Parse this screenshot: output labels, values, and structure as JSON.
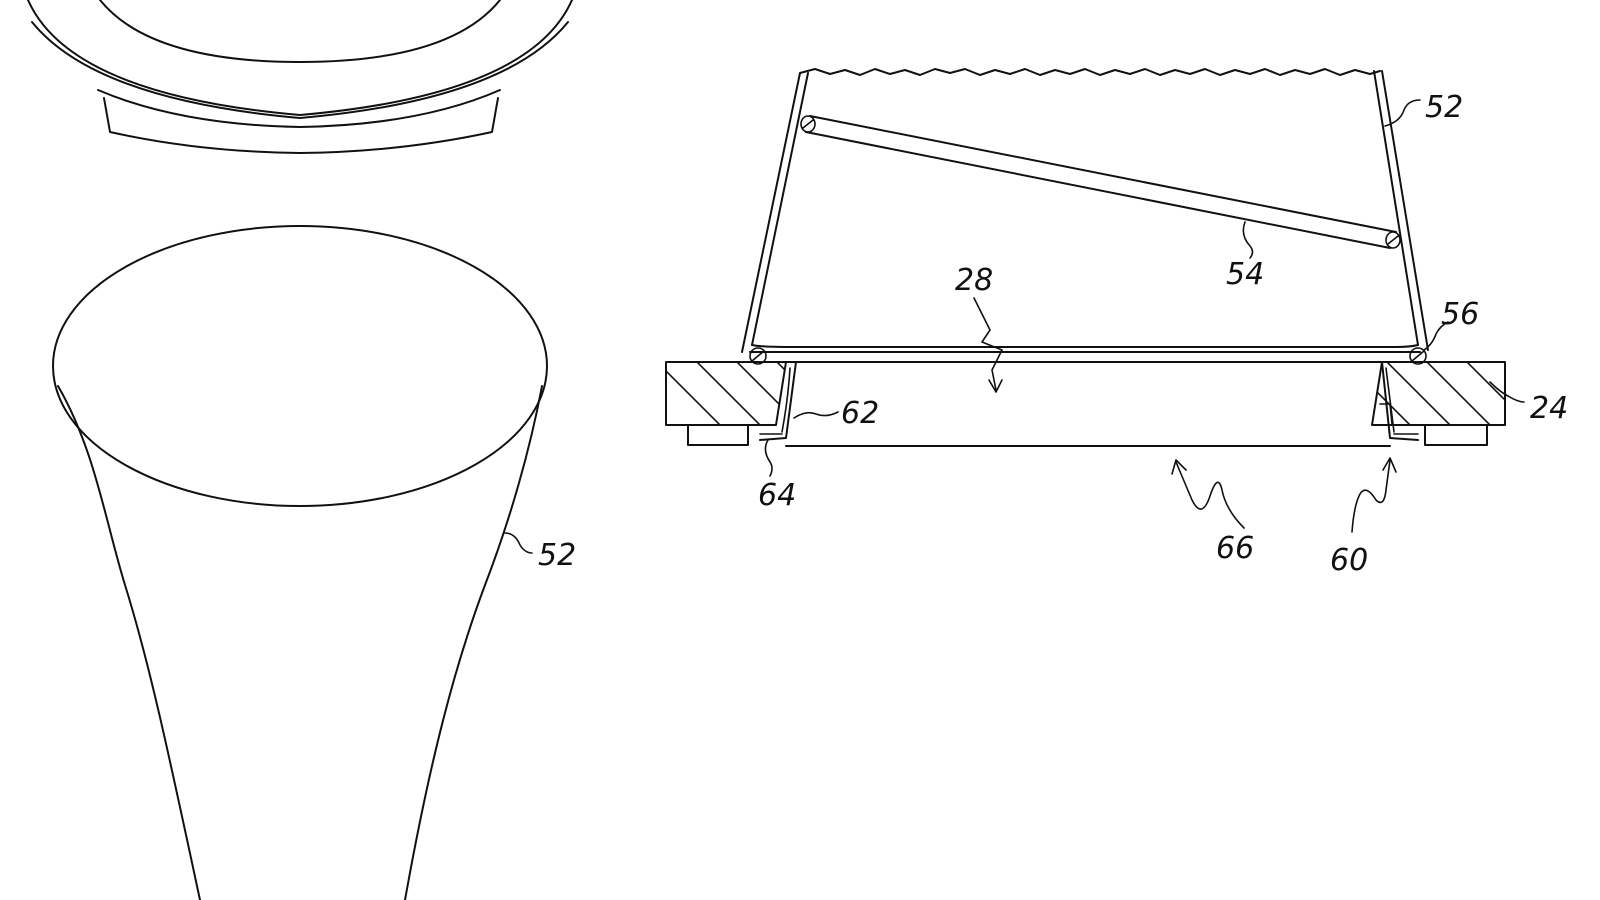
{
  "figure": {
    "left_view": {
      "labels": {
        "cup": "52"
      }
    },
    "right_view": {
      "labels": {
        "cup": "52",
        "rod": "54",
        "bead": "56",
        "opening": "28",
        "panel": "24",
        "liner": "62",
        "lip": "64",
        "bottom": "66",
        "seal": "60"
      }
    }
  },
  "colors": {
    "line": "#111111",
    "background": "#ffffff"
  }
}
